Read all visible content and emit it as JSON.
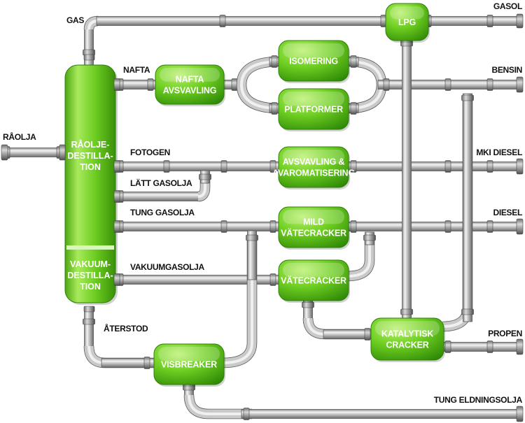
{
  "diagram": {
    "column": {
      "top_lines": [
        "RÅOLJE-",
        "DESTILLA-",
        "TION"
      ],
      "bottom_lines": [
        "VAKUUM-",
        "DESTILLA-",
        "TION"
      ]
    },
    "units": {
      "lpg": [
        "LPG"
      ],
      "nafta": [
        "NAFTA",
        "AVSVAVLING"
      ],
      "isomering": [
        "ISOMERING"
      ],
      "platformer": [
        "PLATFORMER"
      ],
      "avsvavling": [
        "AVSVAVLING &",
        "AVAROMATISERING"
      ],
      "mild": [
        "MILD",
        "VÄTECRACKER"
      ],
      "vatecracker": [
        "VÄTECRACKER"
      ],
      "katalytisk": [
        "KATALYTISK",
        "CRACKER"
      ],
      "visbreaker": [
        "VISBREAKER"
      ]
    },
    "stream_labels": {
      "gas": "GAS",
      "nafta": "NAFTA",
      "raolja": "RÅOLJA",
      "fotogen": "FOTOGEN",
      "latt_gasolja": "LÄTT GASOLJA",
      "tung_gasolja": "TUNG GASOLJA",
      "vakuumgasolja": "VAKUUMGASOLJA",
      "aterstod": "ÅTERSTOD"
    },
    "products": {
      "gasol": "GASOL",
      "bensin": "BENSIN",
      "mk1_diesel": "MKI DIESEL",
      "diesel": "DIESEL",
      "propen": "PROPEN",
      "tung_eldningsolja": "TUNG ELDNINGSOLJA"
    },
    "colors": {
      "unit_light": "#9be24a",
      "unit_mid": "#5cc21a",
      "unit_dark": "#2f7f08",
      "pipe_light": "#f2f2f2",
      "pipe_mid": "#b8b8b8",
      "pipe_dark": "#6e6e6e",
      "pipe_outline": "#555555"
    }
  }
}
